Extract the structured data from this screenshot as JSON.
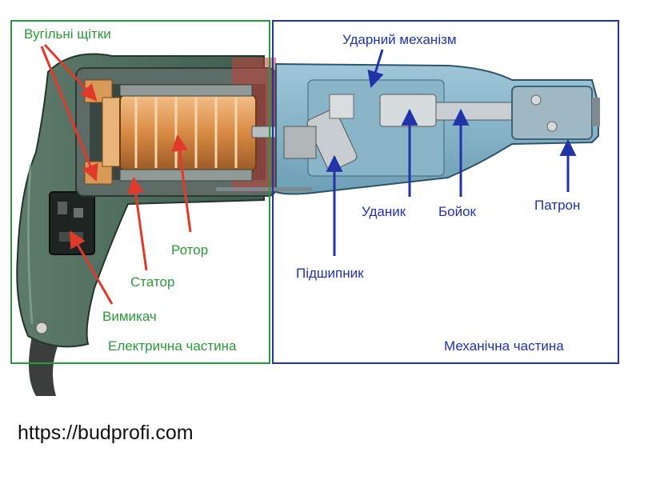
{
  "labels": {
    "brushes": "Вугільні щітки",
    "rotor": "Ротор",
    "stator": "Статор",
    "switch": "Вимикач",
    "electrical_part": "Електрична частина",
    "impact_mechanism": "Ударний механізм",
    "striker": "Уданик",
    "firing_pin": "Бойок",
    "chuck": "Патрон",
    "bearing": "Підшипник",
    "mechanical_part": "Механічна частина"
  },
  "source": "https://budprofi.com",
  "colors": {
    "electrical": "#2a9a3a",
    "electrical_arrow": "#e23a2a",
    "mechanical": "#2233aa"
  }
}
